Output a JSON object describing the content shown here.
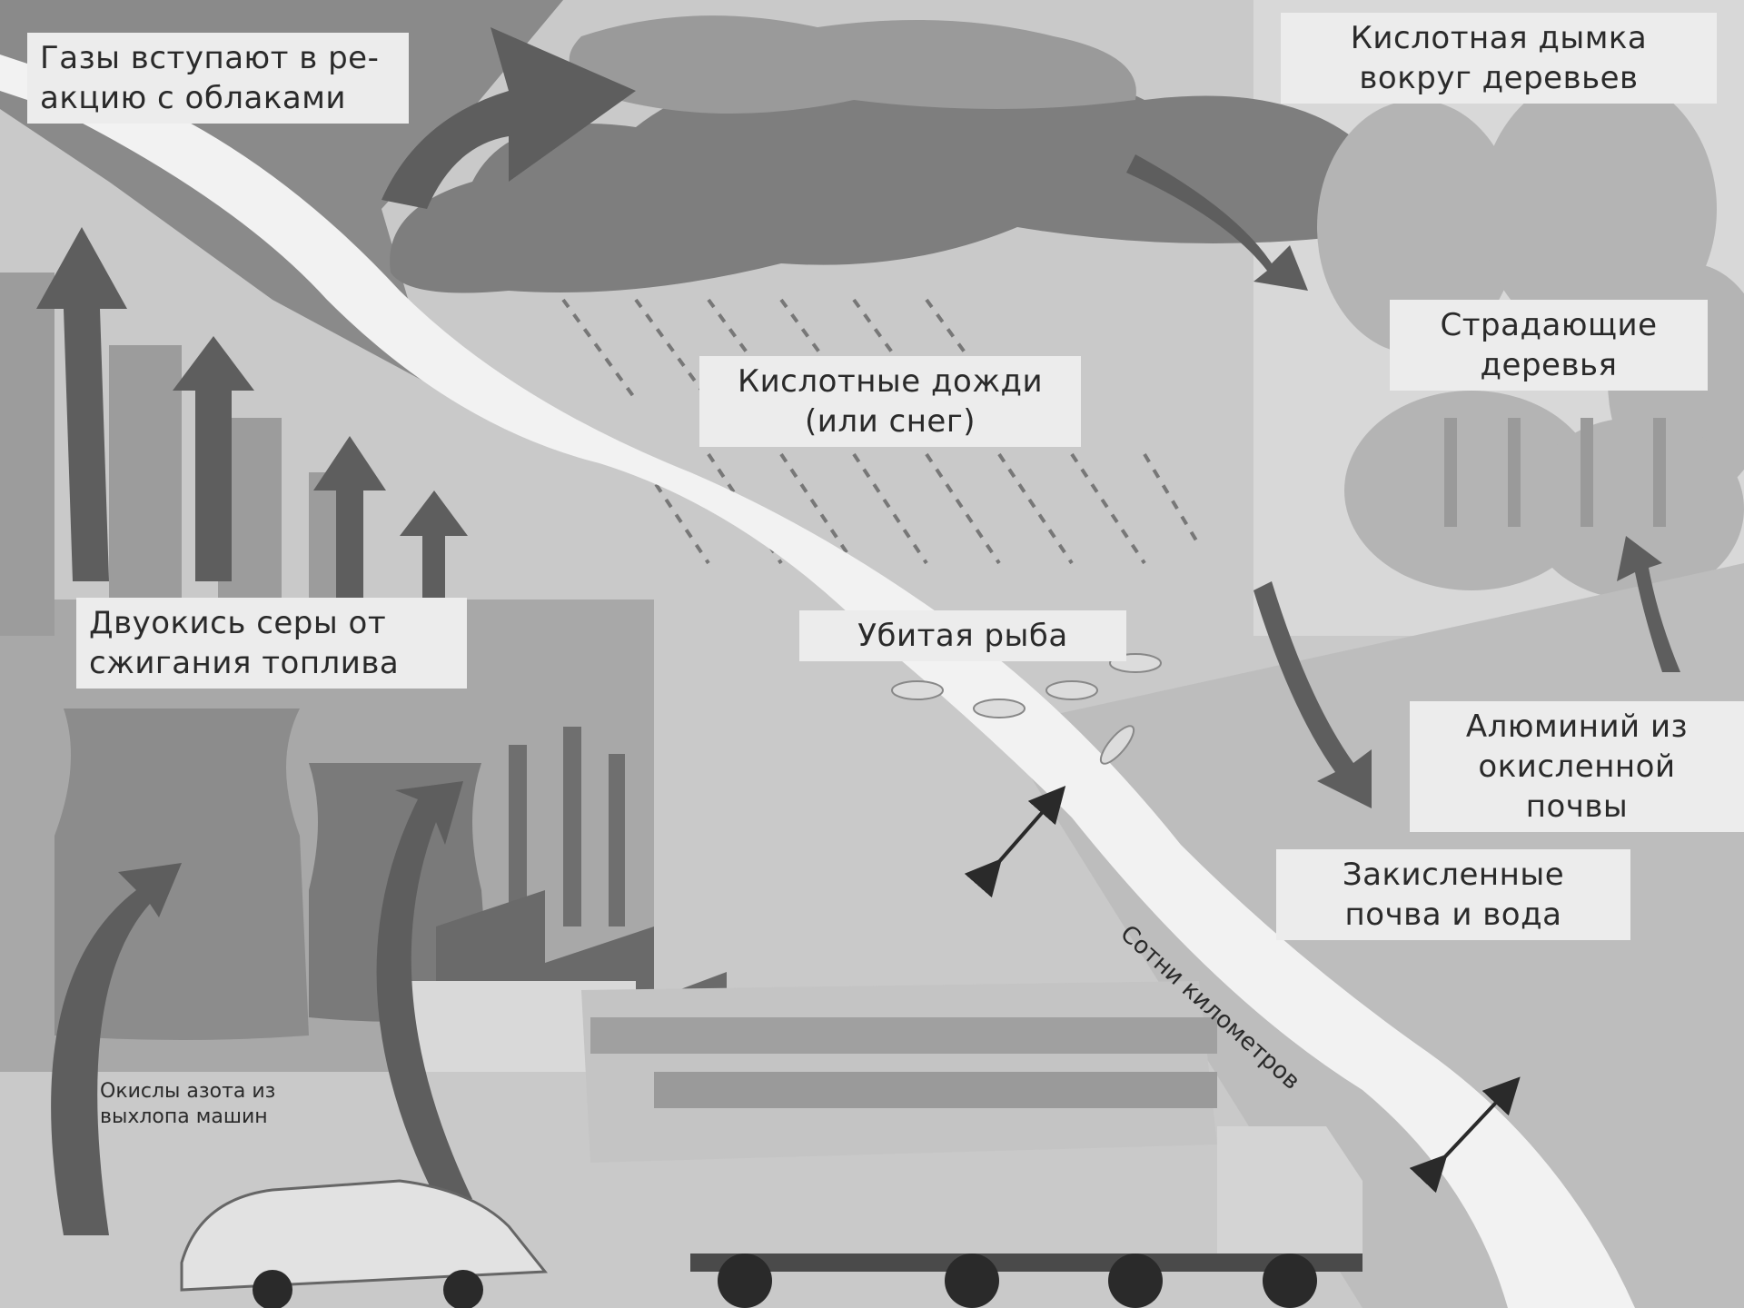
{
  "labels": {
    "gases_clouds": [
      "Газы вступают в ре-",
      "акцию с облаками"
    ],
    "acid_haze": [
      "Кислотная дымка",
      "вокруг деревьев"
    ],
    "suffering_trees": [
      "Страдающие",
      "деревья"
    ],
    "acid_rain": [
      "Кислотные дожди",
      "(или снег)"
    ],
    "sulfur_dioxide": [
      "Двуокись серы от",
      "сжигания топлива"
    ],
    "dead_fish": "Убитая рыба",
    "aluminum": [
      "Алюминий из",
      "окисленной почвы"
    ],
    "acidified_soil": [
      "Закисленные",
      "почва и вода"
    ],
    "hundreds_km": "Сотни километров",
    "nitrogen_oxides": [
      "Окислы азота из",
      "выхлопа машин"
    ]
  },
  "colors": {
    "sky": "#c9c9c9",
    "dark_sky": "#8a8a8a",
    "cloud": "#7e7e7e",
    "river": "#f2f2f2",
    "arrow": "#5e5e5e",
    "label_bg": "#ececec"
  }
}
